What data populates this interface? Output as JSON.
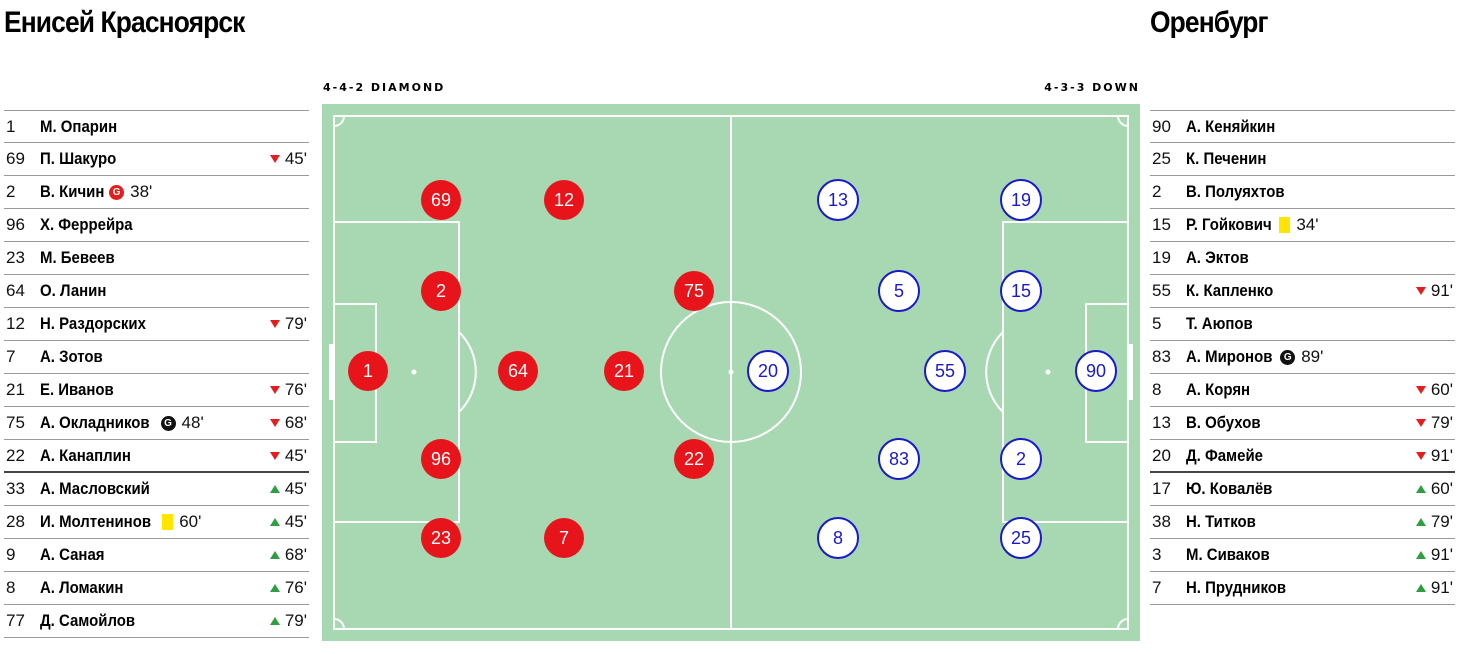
{
  "home": {
    "team": "Енисей Красноярск",
    "formation": "4-4-2 DIAMOND",
    "players": [
      {
        "num": "1",
        "name": "М. Опарин"
      },
      {
        "num": "69",
        "name": "П. Шакуро",
        "sub": "out",
        "sub_min": "45'"
      },
      {
        "num": "2",
        "name": "В. Кичин",
        "event": "own-goal",
        "event_min": "38'"
      },
      {
        "num": "96",
        "name": "Х. Феррейра"
      },
      {
        "num": "23",
        "name": "М. Бевеев"
      },
      {
        "num": "64",
        "name": "О. Ланин"
      },
      {
        "num": "12",
        "name": "Н. Раздорских",
        "sub": "out",
        "sub_min": "79'"
      },
      {
        "num": "7",
        "name": "А. Зотов"
      },
      {
        "num": "21",
        "name": "Е. Иванов",
        "sub": "out",
        "sub_min": "76'"
      },
      {
        "num": "75",
        "name": "А. Окладников",
        "event": "goal",
        "event_min": "48'",
        "sub": "out",
        "sub_min": "68'"
      },
      {
        "num": "22",
        "name": "А. Канаплин",
        "sub": "out",
        "sub_min": "45'"
      },
      {
        "num": "33",
        "name": "А. Масловский",
        "sub": "in",
        "sub_min": "45'"
      },
      {
        "num": "28",
        "name": "И. Молтенинов",
        "event": "yellow",
        "event_min": "60'",
        "sub": "in",
        "sub_min": "45'"
      },
      {
        "num": "9",
        "name": "А. Саная",
        "sub": "in",
        "sub_min": "68'"
      },
      {
        "num": "8",
        "name": "А. Ломакин",
        "sub": "in",
        "sub_min": "76'"
      },
      {
        "num": "77",
        "name": "Д. Самойлов",
        "sub": "in",
        "sub_min": "79'"
      }
    ],
    "color": "#e8141b"
  },
  "away": {
    "team": "Оренбург",
    "formation": "4-3-3 DOWN",
    "players": [
      {
        "num": "90",
        "name": "А. Кеняйкин"
      },
      {
        "num": "25",
        "name": "К. Печенин"
      },
      {
        "num": "2",
        "name": "В. Полуяхтов"
      },
      {
        "num": "15",
        "name": "Р. Гойкович",
        "event": "yellow",
        "event_min": "34'"
      },
      {
        "num": "19",
        "name": "А. Эктов"
      },
      {
        "num": "55",
        "name": "К. Капленко",
        "sub": "out",
        "sub_min": "91'"
      },
      {
        "num": "5",
        "name": "Т. Аюпов"
      },
      {
        "num": "83",
        "name": "А. Миронов",
        "event": "goal",
        "event_min": "89'"
      },
      {
        "num": "8",
        "name": "А. Корян",
        "sub": "out",
        "sub_min": "60'"
      },
      {
        "num": "13",
        "name": "В. Обухов",
        "sub": "out",
        "sub_min": "79'"
      },
      {
        "num": "20",
        "name": "Д. Фамейе",
        "sub": "out",
        "sub_min": "91'"
      },
      {
        "num": "17",
        "name": "Ю. Ковалёв",
        "sub": "in",
        "sub_min": "60'"
      },
      {
        "num": "38",
        "name": "Н. Титков",
        "sub": "in",
        "sub_min": "79'"
      },
      {
        "num": "3",
        "name": "М. Сиваков",
        "sub": "in",
        "sub_min": "91'"
      },
      {
        "num": "7",
        "name": "Н. Прудников",
        "sub": "in",
        "sub_min": "91'"
      }
    ],
    "color": "#1a1ac8"
  },
  "pitch": {
    "grass_color": "#a8d8b2",
    "line_color": "#ffffff",
    "home_lineup": [
      "69",
      "12",
      "2",
      "75",
      "1",
      "64",
      "21",
      "96",
      "22",
      "23",
      "7"
    ],
    "away_lineup": [
      "13",
      "19",
      "5",
      "15",
      "20",
      "55",
      "90",
      "83",
      "2",
      "8",
      "25"
    ]
  }
}
